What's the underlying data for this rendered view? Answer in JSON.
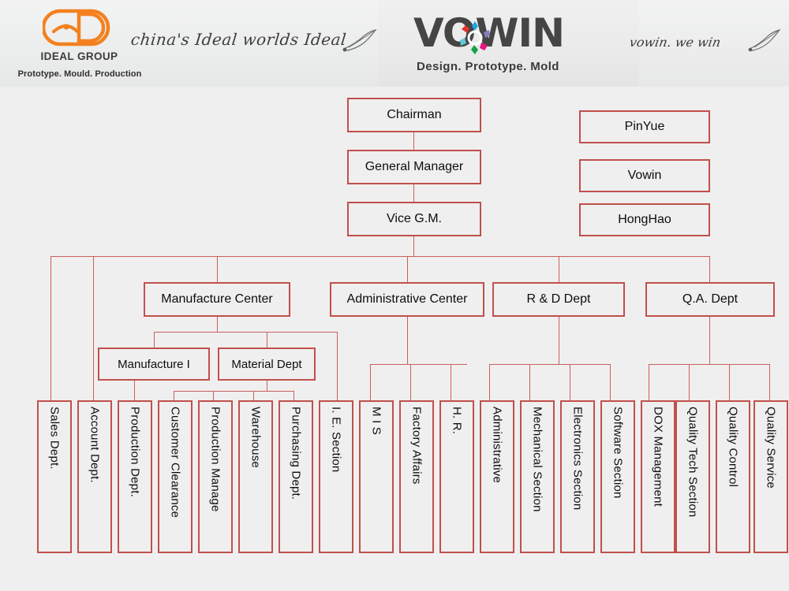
{
  "header": {
    "left_logo": {
      "mark": "ideal-d-logo",
      "name": "IDEAL GROUP",
      "tagline": "Prototype. Mould. Production",
      "slogan": "china's Ideal worlds Ideal",
      "quill": "quill-pen-icon"
    },
    "right_logo": {
      "name": "VOWIN",
      "flower": "vowin-flower-icon",
      "tagline": "Design.  Prototype.  Mold",
      "slogan": "vowin. we win",
      "quill": "quill-pen-icon"
    }
  },
  "colors": {
    "node_border": "#c0504d",
    "connector": "#c9605d",
    "background": "#efefef",
    "text": "#0d0d0d",
    "ideal_orange": "#f3811f",
    "vowin_gray": "#454545"
  },
  "chart_data": {
    "type": "org-chart",
    "title": "Company Organization Chart",
    "levels": {
      "executive": [
        "Chairman",
        "General Manager",
        "Vice G.M."
      ],
      "brands": [
        "PinYue",
        "Vowin",
        "HongHao"
      ],
      "centers": [
        "Manufacture Center",
        "Administrative Center",
        "R & D Dept",
        "Q.A. Dept"
      ],
      "sub_centers": [
        "Manufacture I",
        "Material Dept"
      ],
      "departments": [
        "Sales Dept.",
        "Account Dept.",
        "Production Dept.",
        "Customer Clearance",
        "Production Manage",
        "Warehouse",
        "Purchasing Dept.",
        "I. E. Section",
        "M I S",
        "Factory Affairs",
        "H. R.",
        "Administrative",
        "Mechanical Section",
        "Electronics Section",
        "Software Section",
        "DOX Management",
        "Quality Tech Section",
        "Quality Control",
        "Quality Service"
      ]
    }
  },
  "nodes": {
    "chairman": "Chairman",
    "general_manager": "General Manager",
    "vice_gm": "Vice G.M.",
    "pinyue": "PinYue",
    "vowin": "Vowin",
    "honghao": "HongHao",
    "manufacture_center": "Manufacture Center",
    "administrative_center": "Administrative Center",
    "rd_dept": "R & D Dept",
    "qa_dept": "Q.A. Dept",
    "manufacture_i": "Manufacture I",
    "material_dept": "Material Dept",
    "sales_dept": "Sales Dept.",
    "account_dept": "Account Dept.",
    "production_dept": "Production Dept.",
    "customer_clearance": "Customer Clearance",
    "production_manage": "Production Manage",
    "warehouse": "Warehouse",
    "purchasing_dept": "Purchasing Dept.",
    "ie_section": "I. E. Section",
    "mis": "M I S",
    "factory_affairs": "Factory Affairs",
    "hr": "H. R.",
    "administrative": "Administrative",
    "mechanical_section": "Mechanical Section",
    "electronics_section": "Electronics Section",
    "software_section": "Software Section",
    "dox_management": "DOX Management",
    "quality_tech_section": "Quality Tech Section",
    "quality_control": "Quality Control",
    "quality_service": "Quality Service"
  }
}
